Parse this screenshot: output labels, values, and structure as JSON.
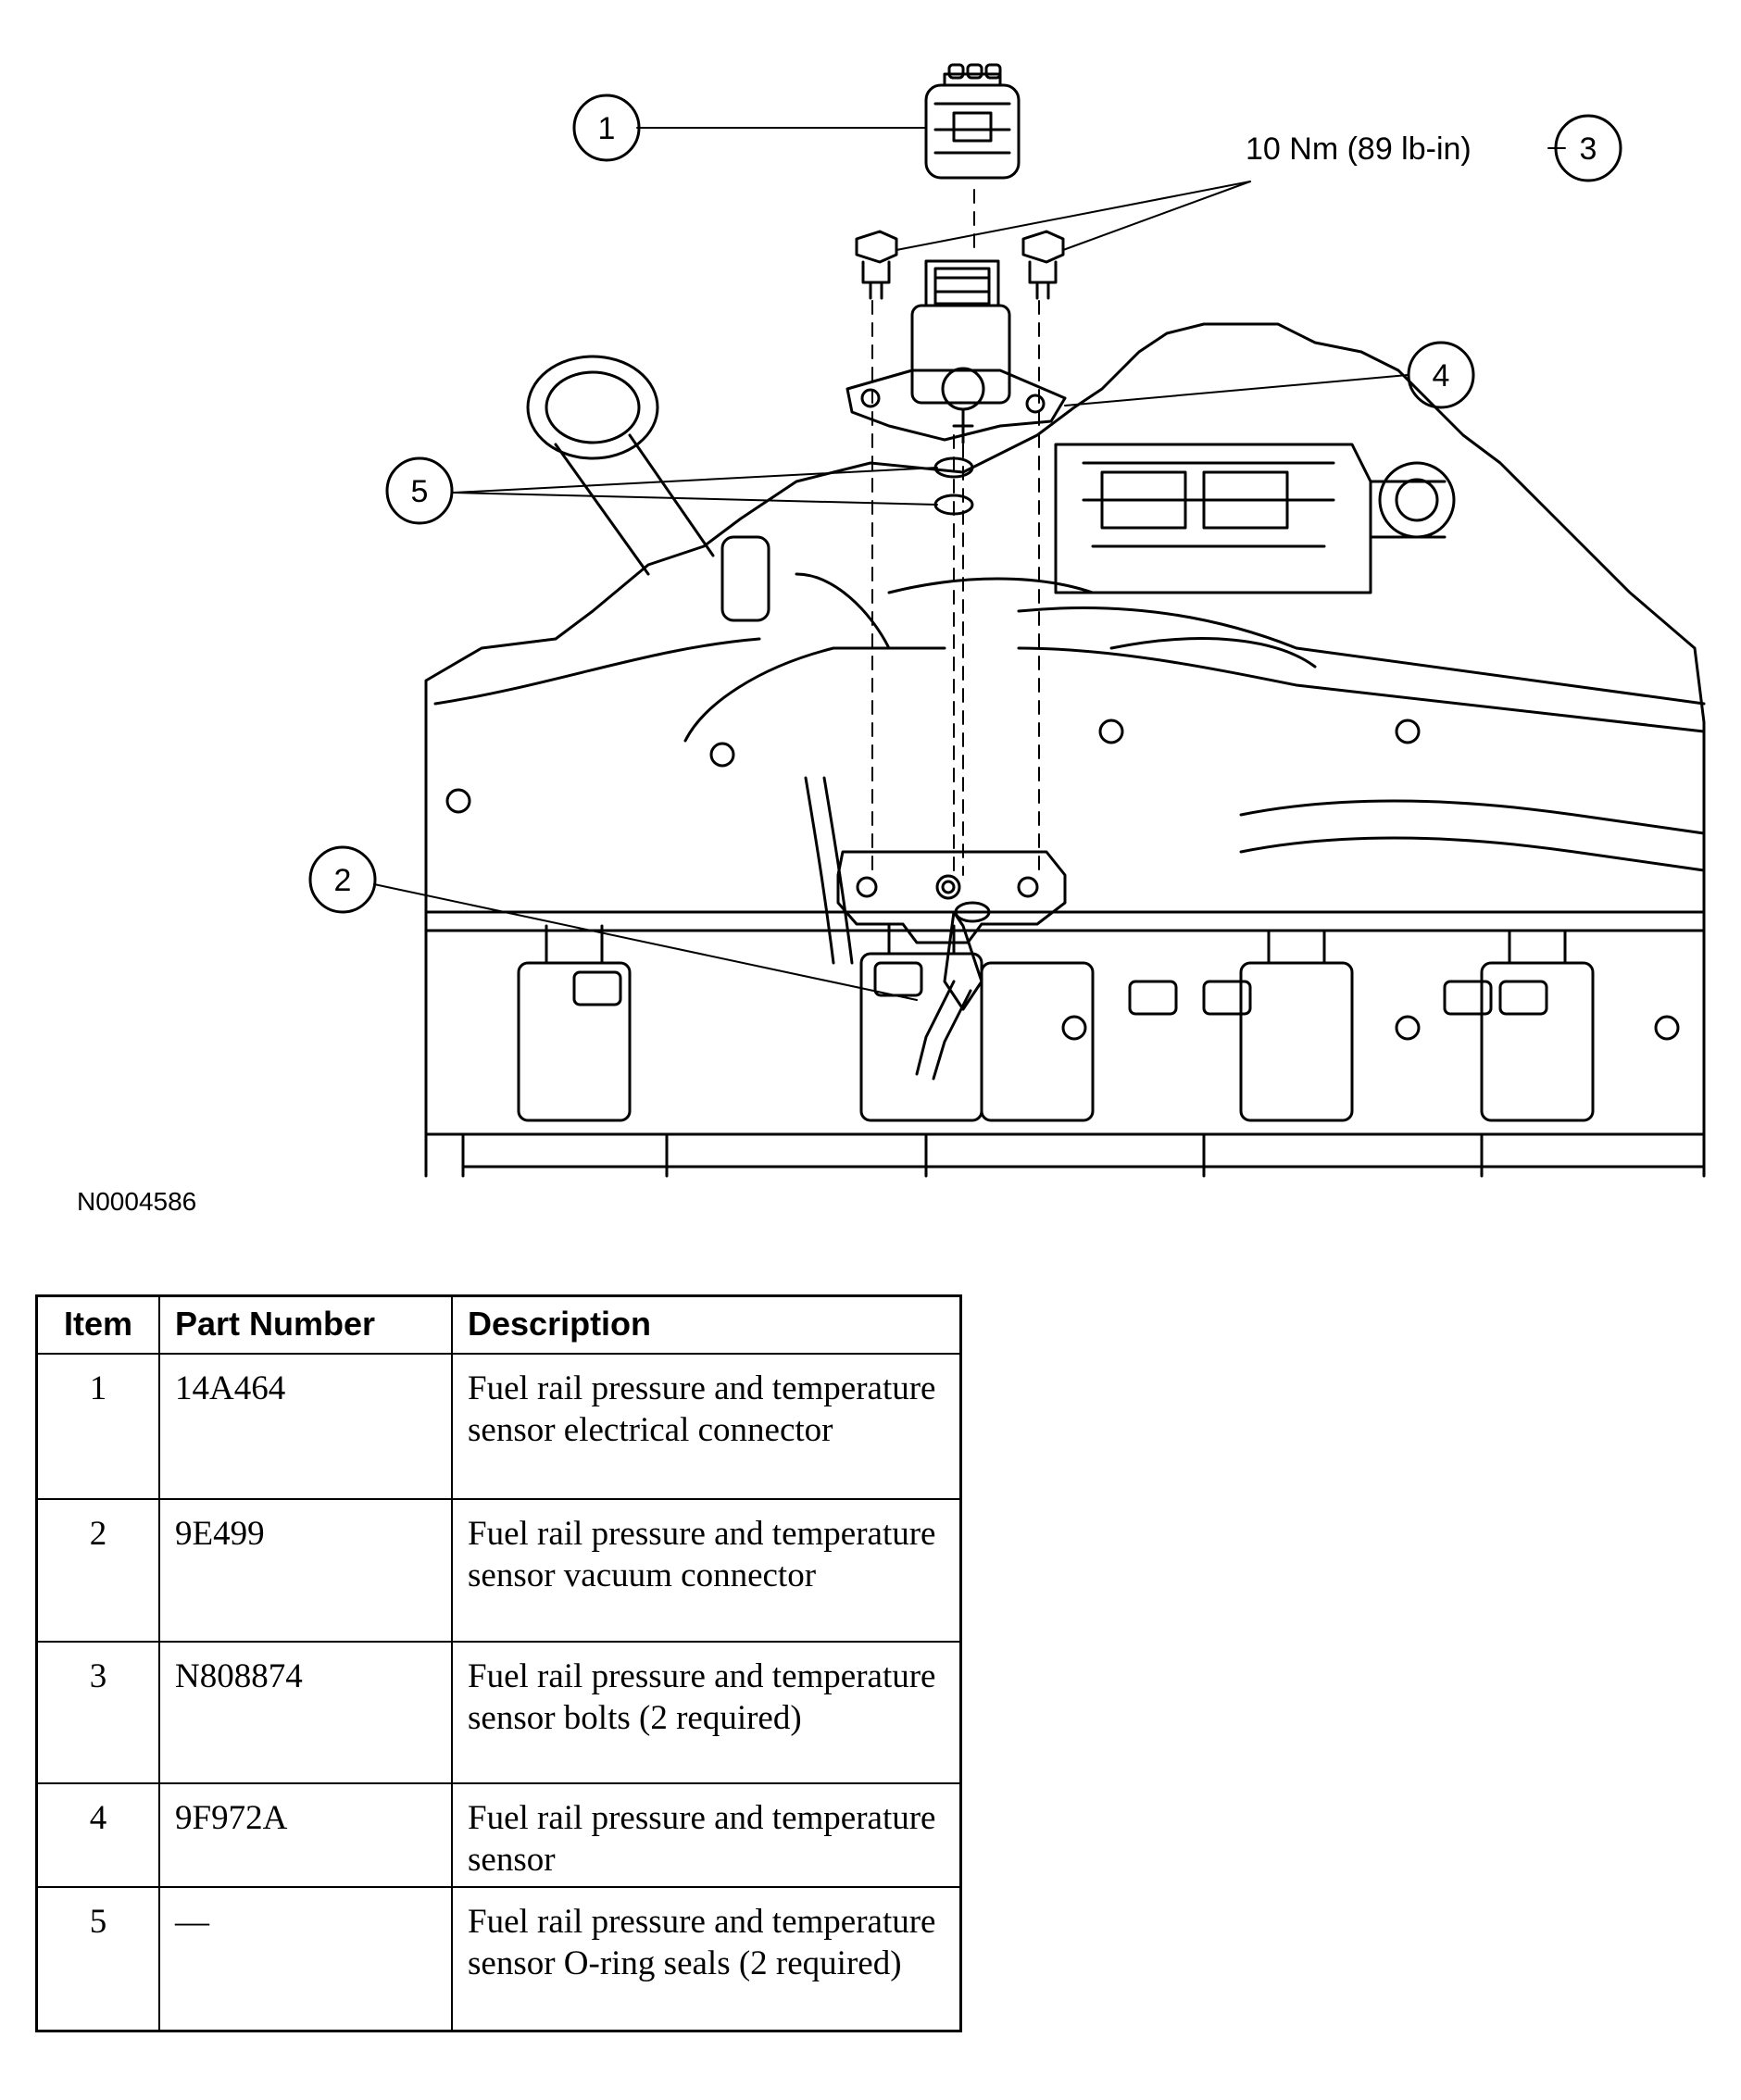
{
  "figure": {
    "id": "N0004586",
    "torque_spec": "10 Nm (89 lb-in)",
    "callouts": [
      "1",
      "2",
      "3",
      "4",
      "5"
    ]
  },
  "table": {
    "headers": [
      "Item",
      "Part Number",
      "Description"
    ],
    "rows": [
      {
        "item": "1",
        "part": "14A464",
        "description": "Fuel rail pressure and temperature sensor electrical connector"
      },
      {
        "item": "2",
        "part": "9E499",
        "description": "Fuel rail pressure and temperature sensor vacuum connector"
      },
      {
        "item": "3",
        "part": "N808874",
        "description": "Fuel rail pressure and temperature sensor bolts (2 required)"
      },
      {
        "item": "4",
        "part": "9F972A",
        "description": "Fuel rail pressure and temperature sensor"
      },
      {
        "item": "5",
        "part": "—",
        "description": "Fuel rail pressure and temperature sensor O-ring seals (2 required)"
      }
    ]
  }
}
